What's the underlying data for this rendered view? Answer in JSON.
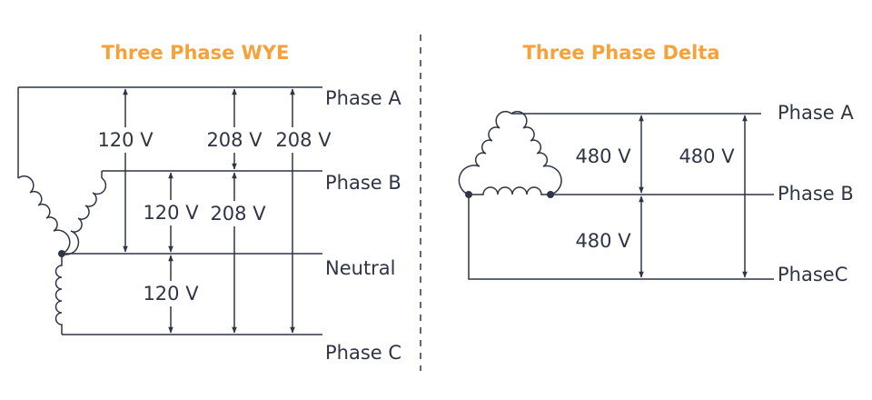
{
  "colors": {
    "title": "#f5a13c",
    "line": "#2f3545",
    "text": "#2f3545"
  },
  "wye": {
    "title": "Three Phase WYE",
    "phase_a": "Phase A",
    "phase_b": "Phase B",
    "neutral": "Neutral",
    "phase_c": "Phase C",
    "v_a_neutral": "120 V",
    "v_b_neutral": "120 V",
    "v_neutral_c": "120 V",
    "v_a_b": "208 V",
    "v_b_c": "208 V",
    "v_a_c": "208 V"
  },
  "delta": {
    "title": "Three Phase Delta",
    "phase_a": "Phase A",
    "phase_b": "Phase B",
    "phase_c": "PhaseC",
    "v_a_b": "480 V",
    "v_b_c": "480 V",
    "v_a_c": "480 V"
  }
}
